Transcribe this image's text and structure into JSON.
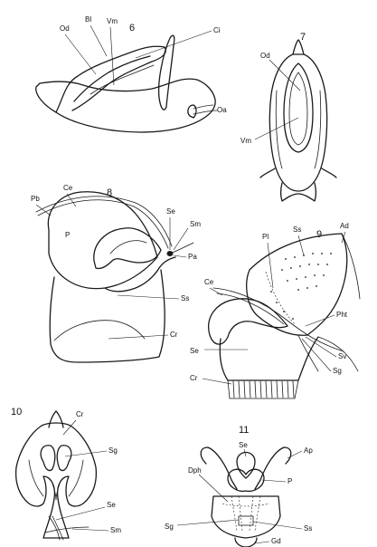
{
  "figures": {
    "f6": {
      "number": "6",
      "labels": {
        "bl": "Bl",
        "vm": "Vm",
        "od": "Od",
        "ci": "Ci",
        "oa": "Oa"
      }
    },
    "f7": {
      "number": "7",
      "labels": {
        "od": "Od",
        "vm": "Vm"
      }
    },
    "f8": {
      "number": "8",
      "labels": {
        "pb": "Pb",
        "ce": "Ce",
        "p": "P",
        "se": "Se",
        "sm": "Sm",
        "pa": "Pa",
        "ss": "Ss",
        "cr": "Cr"
      }
    },
    "f9": {
      "number": "9",
      "labels": {
        "pi": "Pl",
        "ss": "Ss",
        "ad": "Ad",
        "ce": "Ce",
        "pht": "Pht",
        "se": "Se",
        "sv": "Sv",
        "sg": "Sg",
        "cr": "Cr"
      }
    },
    "f10": {
      "number": "10",
      "labels": {
        "cr": "Cr",
        "sg": "Sg",
        "se": "Se",
        "sm": "Sm"
      }
    },
    "f11": {
      "number": "11",
      "labels": {
        "se": "Se",
        "ap": "Ap",
        "dph": "Dph",
        "p": "P",
        "sg": "Sg",
        "ss": "Ss",
        "gd": "Gd"
      }
    }
  }
}
